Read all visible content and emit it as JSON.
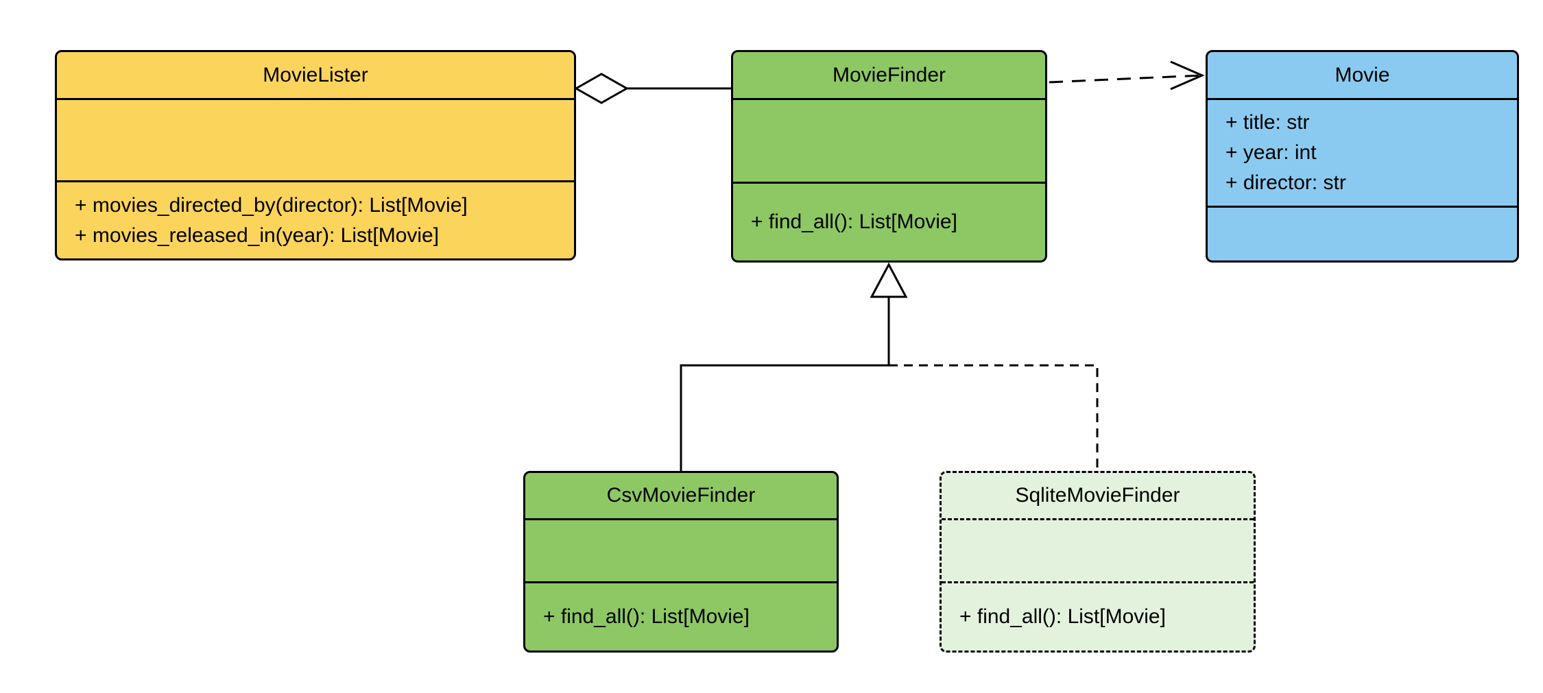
{
  "colors": {
    "yellow_fill": "#FBD45C",
    "green_fill": "#8DC864",
    "blue_fill": "#8BCAF0",
    "light_green_fill": "#E3F2DD",
    "border": "#000000"
  },
  "classes": {
    "movie_lister": {
      "name": "MovieLister",
      "attributes": [],
      "methods": [
        "+ movies_directed_by(director): List[Movie]",
        "+ movies_released_in(year): List[Movie]"
      ]
    },
    "movie_finder": {
      "name": "MovieFinder",
      "attributes": [],
      "methods": [
        "+ find_all(): List[Movie]"
      ]
    },
    "movie": {
      "name": "Movie",
      "attributes": [
        "+ title: str",
        "+ year: int",
        "+ director: str"
      ],
      "methods": []
    },
    "csv_movie_finder": {
      "name": "CsvMovieFinder",
      "attributes": [],
      "methods": [
        "+ find_all(): List[Movie]"
      ]
    },
    "sqlite_movie_finder": {
      "name": "SqliteMovieFinder",
      "attributes": [],
      "methods": [
        "+ find_all(): List[Movie]"
      ]
    }
  },
  "relationships": [
    {
      "type": "aggregation",
      "owner": "MovieLister",
      "part": "MovieFinder",
      "line": "solid"
    },
    {
      "type": "dependency",
      "from": "MovieFinder",
      "to": "Movie",
      "line": "dashed"
    },
    {
      "type": "inheritance",
      "child": "CsvMovieFinder",
      "parent": "MovieFinder",
      "line": "solid"
    },
    {
      "type": "inheritance",
      "child": "SqliteMovieFinder",
      "parent": "MovieFinder",
      "line": "dashed"
    }
  ]
}
